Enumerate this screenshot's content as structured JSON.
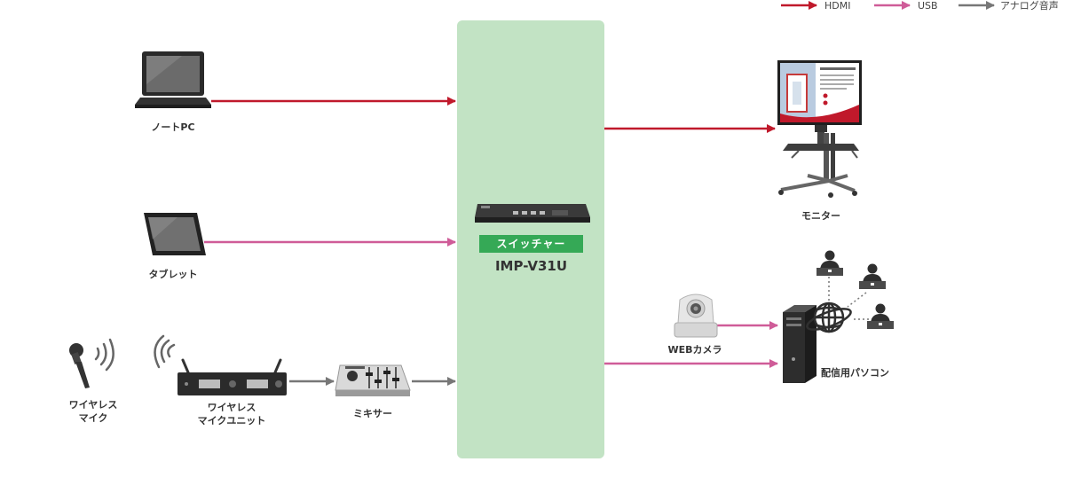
{
  "legend": {
    "hdmi": {
      "label": "HDMI",
      "color": "#c0192b"
    },
    "usb": {
      "label": "USB",
      "color": "#cf5c98"
    },
    "analog": {
      "label": "アナログ音声",
      "color": "#777777"
    }
  },
  "switcher": {
    "badge": "スイッチャー",
    "model": "IMP-V31U"
  },
  "devices": {
    "laptop": "ノートPC",
    "tablet": "タブレット",
    "wireless_mic_line1": "ワイヤレス",
    "wireless_mic_line2": "マイク",
    "wireless_unit_line1": "ワイヤレス",
    "wireless_unit_line2": "マイクユニット",
    "mixer": "ミキサー",
    "monitor": "モニター",
    "webcam": "WEBカメラ",
    "pc": "配信用パソコン"
  },
  "colors": {
    "switcher_panel": "#c2e3c4",
    "badge": "#35a956"
  }
}
